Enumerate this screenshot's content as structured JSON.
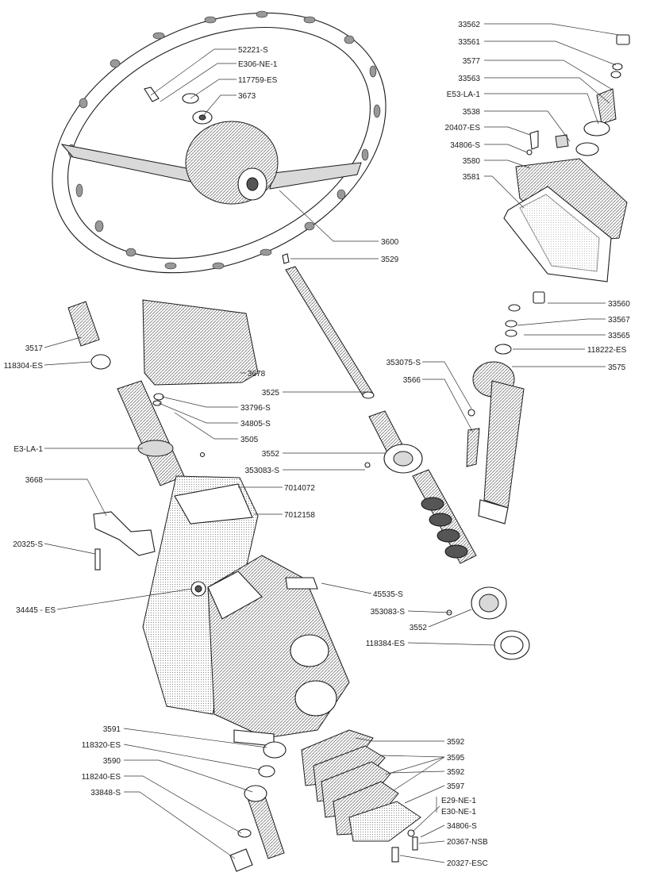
{
  "labels": {
    "l52221S": "52221-S",
    "lE306NE1": "E306-NE-1",
    "l117759ES": "117759-ES",
    "l3673": "3673",
    "l3600": "3600",
    "l3529": "3529",
    "l33562": "33562",
    "l33561": "33561",
    "l3577": "3577",
    "l33563": "33563",
    "lE53LA1": "E53-LA-1",
    "l3538": "3538",
    "l20407ES": "20407-ES",
    "l34806Sa": "34806-S",
    "l3580": "3580",
    "l3581": "3581",
    "l33560": "33560",
    "l33567": "33567",
    "l33565": "33565",
    "l118222ES": "118222-ES",
    "l3575": "3575",
    "l353075S": "353075-S",
    "l3566": "3566",
    "l3517": "3517",
    "l118304ES": "118304-ES",
    "l3678": "3678",
    "l3525": "3525",
    "l33796S": "33796-S",
    "l34805S": "34805-S",
    "l3505": "3505",
    "lE3LA1": "E3-LA-1",
    "l3552a": "3552",
    "l353083Sa": "353083-S",
    "l7014072": "7014072",
    "l3668": "3668",
    "l7012158": "7012158",
    "l20325S": "20325-S",
    "l45535S": "45535-S",
    "l34445ES": "34445 - ES",
    "l353083Sb": "353083-S",
    "l3552b": "3552",
    "l118384ES": "118384-ES",
    "l3591": "3591",
    "l118320ES": "118320-ES",
    "l3590": "3590",
    "l118240ES": "118240-ES",
    "l33848S": "33848-S",
    "l3592a": "3592",
    "l3595": "3595",
    "l3592b": "3592",
    "l3597": "3597",
    "lE29NE1": "E29-NE-1",
    "lE30NE1": "E30-NE-1",
    "l34806Sb": "34806-S",
    "l20367NSB": "20367-NSB",
    "l20327ESC": "20327-ESC"
  }
}
